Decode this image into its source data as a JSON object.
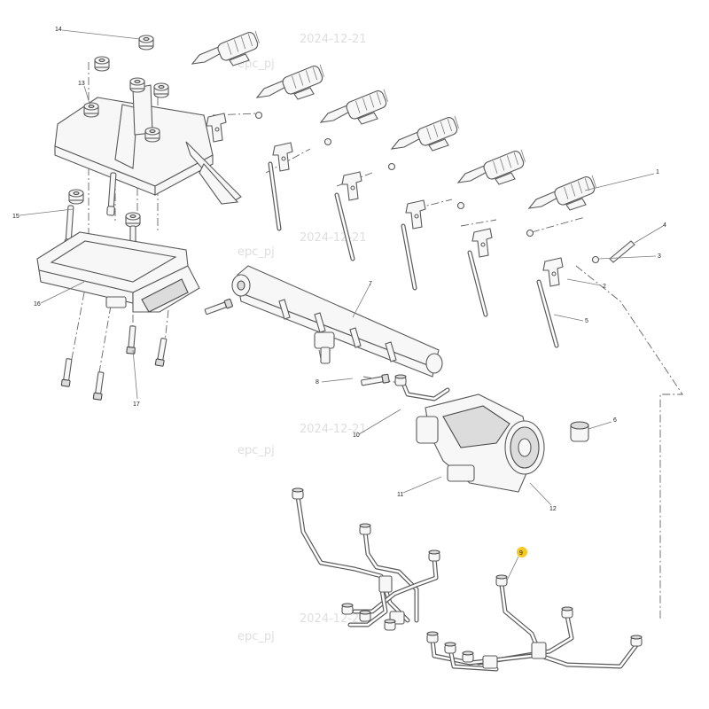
{
  "diagram": {
    "callouts": [
      "1",
      "2",
      "3",
      "4",
      "5",
      "6",
      "7",
      "8",
      "9",
      "10",
      "11",
      "12",
      "13",
      "14",
      "15",
      "16",
      "17"
    ],
    "highlighted_callout": "9",
    "highlight_color": "#f6c823",
    "line_color": "#5a5a5a"
  },
  "watermarks": [
    "epc_pj",
    "2024-12-21"
  ]
}
